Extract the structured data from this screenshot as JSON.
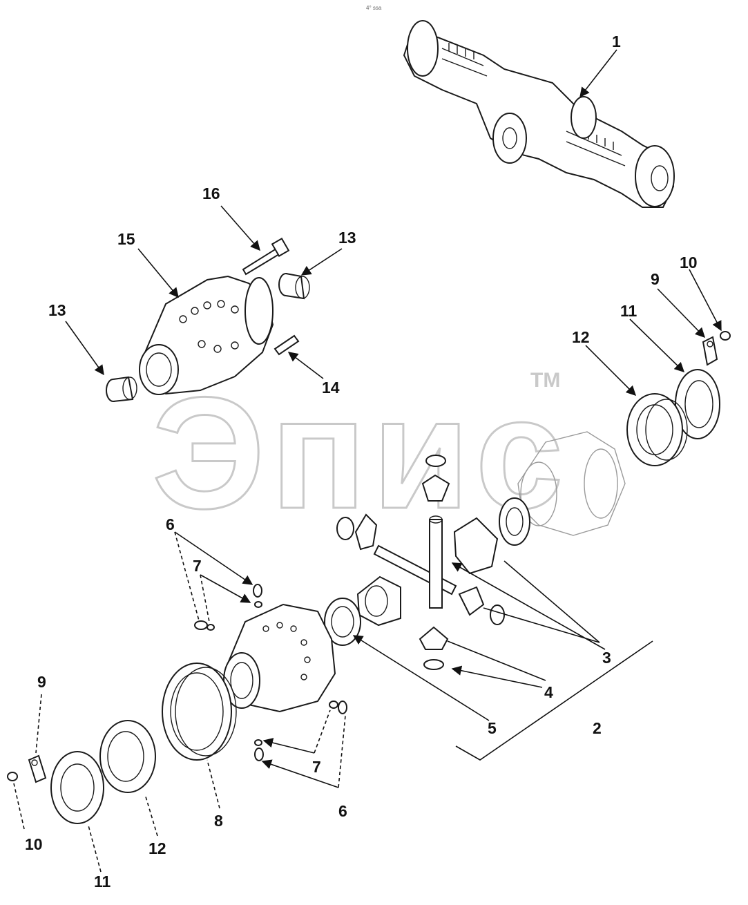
{
  "header": {
    "small_mark": "4° ssa"
  },
  "watermark": {
    "text": "Эпис",
    "tm": "TM"
  },
  "colors": {
    "line": "#1a1a1a",
    "watermark": "#c9c9c9",
    "background": "#ffffff"
  },
  "callouts": [
    "1",
    "16",
    "15",
    "13",
    "13",
    "14",
    "10",
    "9",
    "11",
    "12",
    "6",
    "7",
    "3",
    "4",
    "2",
    "5",
    "7",
    "6",
    "9",
    "10",
    "12",
    "8",
    "11"
  ]
}
